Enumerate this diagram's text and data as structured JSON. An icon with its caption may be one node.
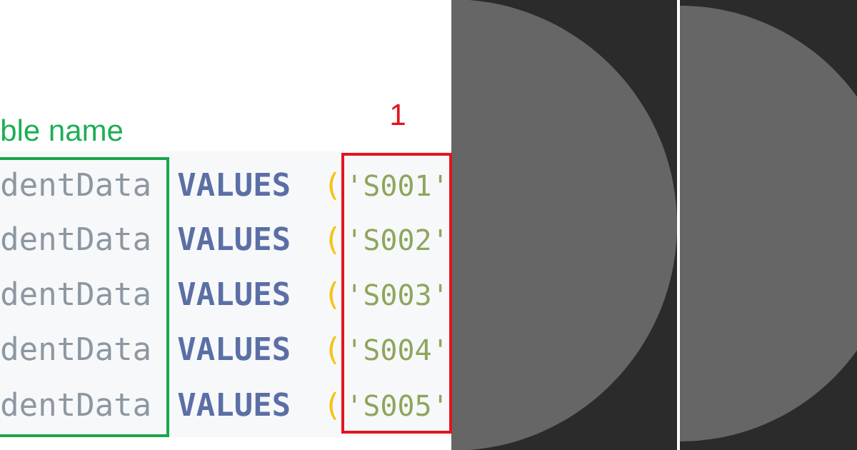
{
  "diagram": {
    "nodes": [
      {
        "text": [
          "ble name",
          "dentData",
          "dentData",
          "dentData",
          "dentData",
          "dentData"
        ]
      },
      {
        "text": [
          "1",
          "'S001'",
          "'S002'",
          "'S003'",
          "'S004'",
          "'S005'"
        ]
      }
    ],
    "labels": [
      "VALUES",
      "(",
      "VALUES",
      "(",
      "VALUES",
      "(",
      "VALUES",
      "(",
      "VALUES",
      "("
    ]
  }
}
